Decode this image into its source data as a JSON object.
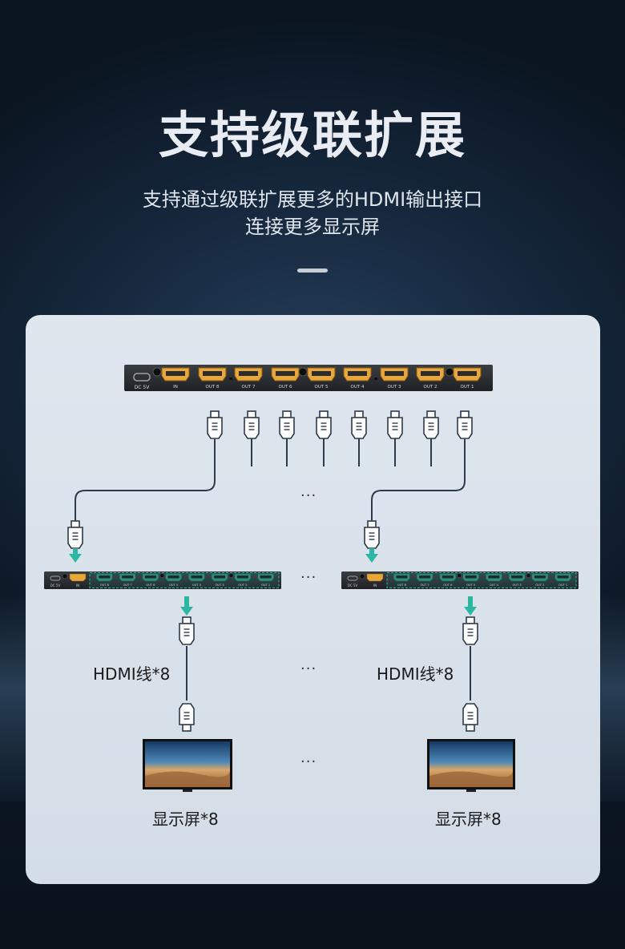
{
  "headline": "支持级联扩展",
  "subtitle_line1": "支持通过级联扩展更多的HDMI输出接口",
  "subtitle_line2": "连接更多显示屏",
  "main_splitter": {
    "dc_label": "DC 5V",
    "ports": [
      "IN",
      "OUT 8",
      "OUT 7",
      "OUT 6",
      "OUT 5",
      "OUT 4",
      "OUT 3",
      "OUT 2",
      "OUT 1"
    ]
  },
  "sub_splitter": {
    "dc_label": "DC 5V",
    "in_label": "IN",
    "ports": [
      "OUT 8",
      "OUT 7",
      "OUT 6",
      "OUT 5",
      "OUT 4",
      "OUT 3",
      "OUT 2",
      "OUT 1"
    ]
  },
  "cable_label": "HDMI线*8",
  "display_label": "显示屏*8",
  "ellipsis": "···",
  "colors": {
    "arrow": "#2cb7a4",
    "port_gold": "#e8a73a",
    "device_body": "#2a2c30",
    "card": "#dae2eb"
  }
}
